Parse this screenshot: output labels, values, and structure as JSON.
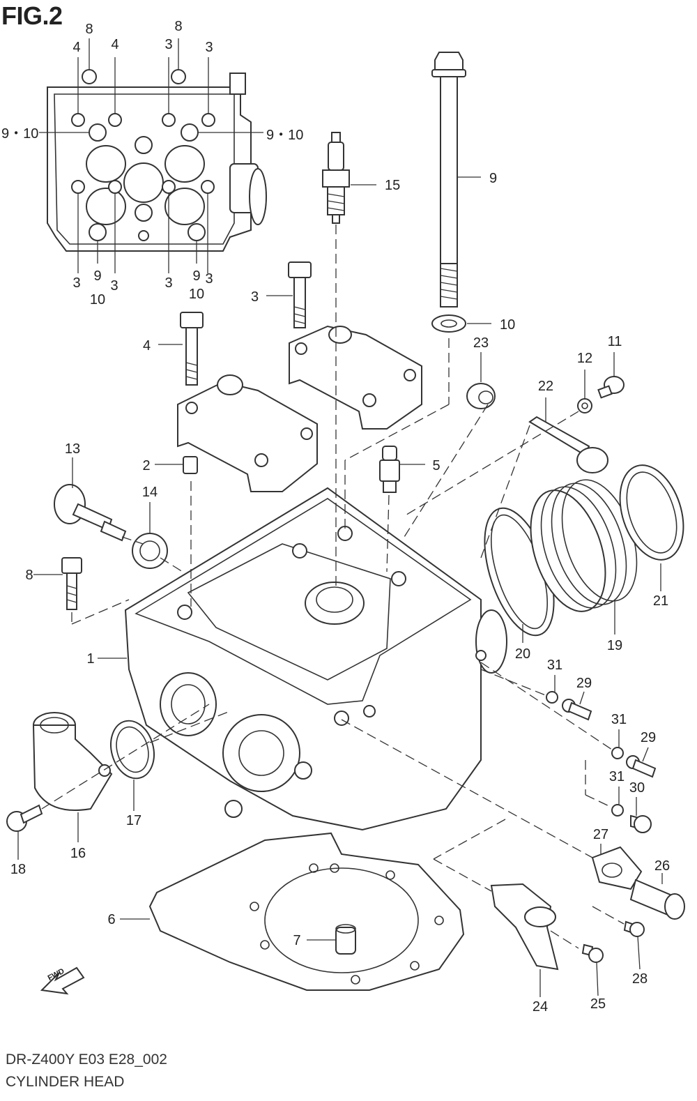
{
  "figure": {
    "title": "FIG.2",
    "diagram_code": "DR-Z400Y E03 E28_002",
    "assembly_name": "CYLINDER HEAD",
    "direction_marker": "FWD"
  },
  "callouts": [
    {
      "id": "c-8a",
      "label": "8"
    },
    {
      "id": "c-8b",
      "label": "8"
    },
    {
      "id": "c-4a",
      "label": "4"
    },
    {
      "id": "c-4b",
      "label": "4"
    },
    {
      "id": "c-3a",
      "label": "3"
    },
    {
      "id": "c-3b",
      "label": "3"
    },
    {
      "id": "c-910a",
      "label": "9・10"
    },
    {
      "id": "c-910b",
      "label": "9・10"
    },
    {
      "id": "c-3c",
      "label": "3"
    },
    {
      "id": "c-9a",
      "label": "9"
    },
    {
      "id": "c-10a",
      "label": "10"
    },
    {
      "id": "c-3d",
      "label": "3"
    },
    {
      "id": "c-3e",
      "label": "3"
    },
    {
      "id": "c-9b",
      "label": "9"
    },
    {
      "id": "c-10b",
      "label": "10"
    },
    {
      "id": "c-3f",
      "label": "3"
    },
    {
      "id": "c-15",
      "label": "15"
    },
    {
      "id": "c-9c",
      "label": "9"
    },
    {
      "id": "c-3g",
      "label": "3"
    },
    {
      "id": "c-10c",
      "label": "10"
    },
    {
      "id": "c-4c",
      "label": "4"
    },
    {
      "id": "c-23",
      "label": "23"
    },
    {
      "id": "c-11",
      "label": "11"
    },
    {
      "id": "c-12",
      "label": "12"
    },
    {
      "id": "c-22",
      "label": "22"
    },
    {
      "id": "c-13",
      "label": "13"
    },
    {
      "id": "c-2",
      "label": "2"
    },
    {
      "id": "c-5",
      "label": "5"
    },
    {
      "id": "c-14",
      "label": "14"
    },
    {
      "id": "c-8c",
      "label": "8"
    },
    {
      "id": "c-21",
      "label": "21"
    },
    {
      "id": "c-19",
      "label": "19"
    },
    {
      "id": "c-20",
      "label": "20"
    },
    {
      "id": "c-1",
      "label": "1"
    },
    {
      "id": "c-31a",
      "label": "31"
    },
    {
      "id": "c-29a",
      "label": "29"
    },
    {
      "id": "c-31b",
      "label": "31"
    },
    {
      "id": "c-29b",
      "label": "29"
    },
    {
      "id": "c-31c",
      "label": "31"
    },
    {
      "id": "c-30",
      "label": "30"
    },
    {
      "id": "c-17",
      "label": "17"
    },
    {
      "id": "c-16",
      "label": "16"
    },
    {
      "id": "c-18",
      "label": "18"
    },
    {
      "id": "c-27",
      "label": "27"
    },
    {
      "id": "c-26",
      "label": "26"
    },
    {
      "id": "c-6",
      "label": "6"
    },
    {
      "id": "c-7",
      "label": "7"
    },
    {
      "id": "c-28",
      "label": "28"
    },
    {
      "id": "c-24",
      "label": "24"
    },
    {
      "id": "c-25",
      "label": "25"
    }
  ]
}
